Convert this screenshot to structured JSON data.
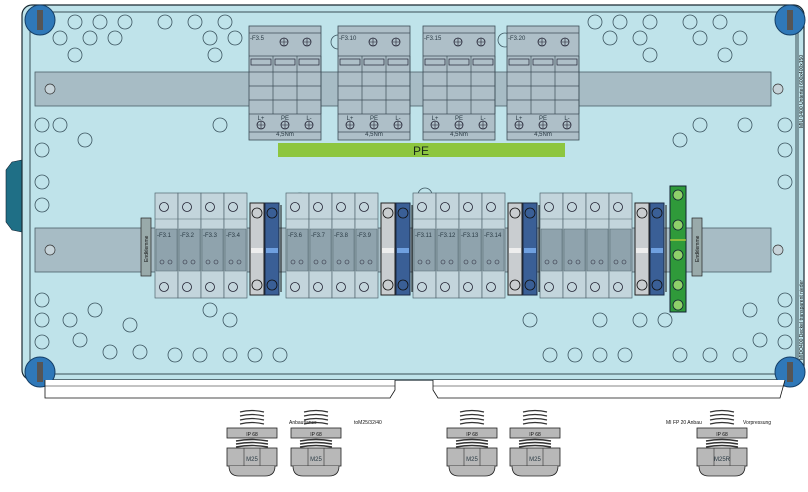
{
  "enclosure": {
    "side_label_top": "MIU 0400 Unterteil 600x400x150",
    "side_label_bottom": "MIDO400 Deckel transparent nieder"
  },
  "surge_protectors": [
    {
      "id": "-F3.5",
      "terminals": [
        "L+",
        "PE",
        "L-"
      ],
      "torque": "4,5Nm"
    },
    {
      "id": "-F3.10",
      "terminals": [
        "L+",
        "PE",
        "L-"
      ],
      "torque": "4,5Nm"
    },
    {
      "id": "-F3.15",
      "terminals": [
        "L+",
        "PE",
        "L-"
      ],
      "torque": "4,5Nm"
    },
    {
      "id": "-F3.20",
      "terminals": [
        "L+",
        "PE",
        "L-"
      ],
      "torque": "4,5Nm"
    }
  ],
  "pe_bar": {
    "label": "PE",
    "color": "#8dc63f"
  },
  "end_clamps": {
    "label": "Endklemme"
  },
  "fuse_groups": [
    {
      "fuses": [
        "-F3.1",
        "-F3.2",
        "-F3.3",
        "-F3.4"
      ]
    },
    {
      "fuses": [
        "-F3.6",
        "-F3.7",
        "-F3.8",
        "-F3.9"
      ]
    },
    {
      "fuses": [
        "-F3.11",
        "-F3.12",
        "-F3.13",
        "-F3.14"
      ]
    },
    {
      "fuses": [
        "",
        "",
        "",
        ""
      ]
    }
  ],
  "cable_glands": [
    {
      "size": "M25",
      "rating": "IP 68"
    },
    {
      "size": "M25",
      "rating": "IP 68"
    },
    {
      "size": "M25",
      "rating": "IP 68"
    },
    {
      "size": "M25",
      "rating": "IP 68"
    },
    {
      "size": "M25R",
      "rating": "IP 68"
    }
  ],
  "bottom_labels": {
    "left_a": "Anbauflansc",
    "left_b": "toM25/32/40",
    "right_a": "MI FP 20 Anbau",
    "right_b": "Vorpressung"
  },
  "colors": {
    "panel": "#bfe3ea",
    "screw": "#2f78b8",
    "module": "#a9bcc6",
    "terminal_blue": "#3a5f96",
    "terminal_green": "#2f9a3a"
  }
}
